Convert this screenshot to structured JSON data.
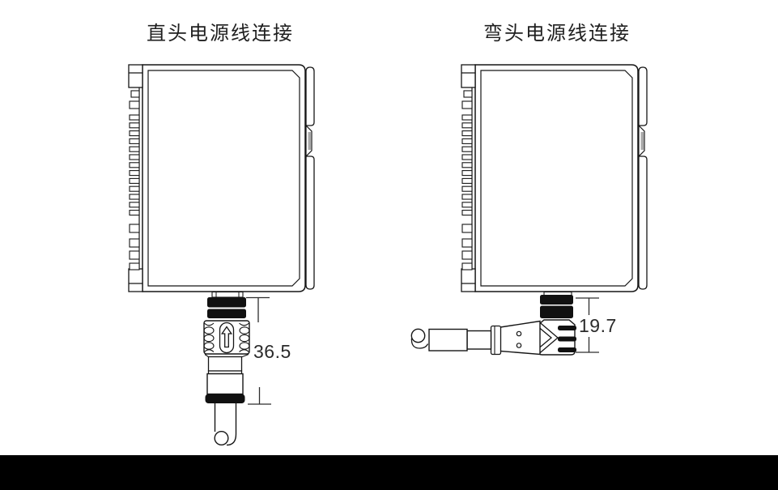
{
  "page": {
    "background_color": "#ffffff",
    "line_color": "#161616",
    "footer_bar_color": "#000000"
  },
  "left_diagram": {
    "title": "直头电源线连接",
    "dimension_value": "36.5"
  },
  "right_diagram": {
    "title": "弯头电源线连接",
    "dimension_value": "19.7"
  }
}
